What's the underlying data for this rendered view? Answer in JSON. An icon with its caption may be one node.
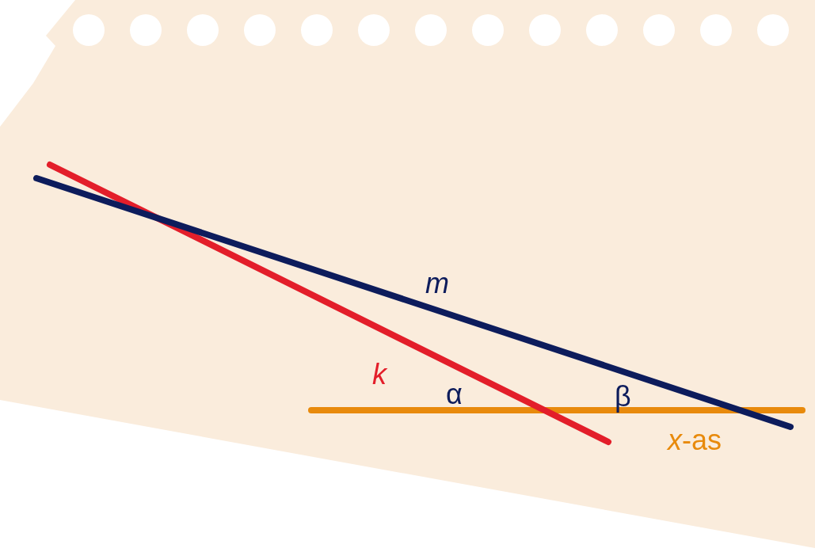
{
  "diagram": {
    "labels": [
      "m",
      "k",
      "α",
      "β",
      "*x*-as"
    ]
  }
}
